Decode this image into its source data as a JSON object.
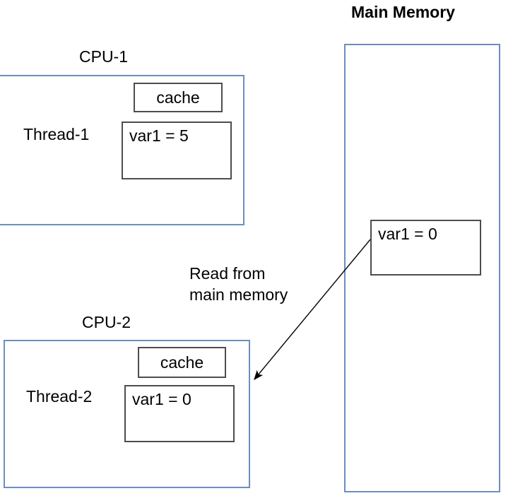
{
  "diagram": {
    "title_main_memory": "Main Memory",
    "cpu1": {
      "title": "CPU-1",
      "thread_label": "Thread-1",
      "cache_label": "cache",
      "variable_label": "var1 = 5"
    },
    "cpu2": {
      "title": "CPU-2",
      "thread_label": "Thread-2",
      "cache_label": "cache",
      "variable_label": "var1 = 0"
    },
    "main_memory": {
      "variable_label": "var1 = 0"
    },
    "arrow": {
      "annotation_line1": "Read from",
      "annotation_line2": "main memory"
    },
    "colors": {
      "container_stroke": "#6c8ebf",
      "inner_stroke": "#4d4d4d",
      "text": "#000000",
      "background": "#ffffff",
      "arrow_stroke": "#000000"
    }
  }
}
